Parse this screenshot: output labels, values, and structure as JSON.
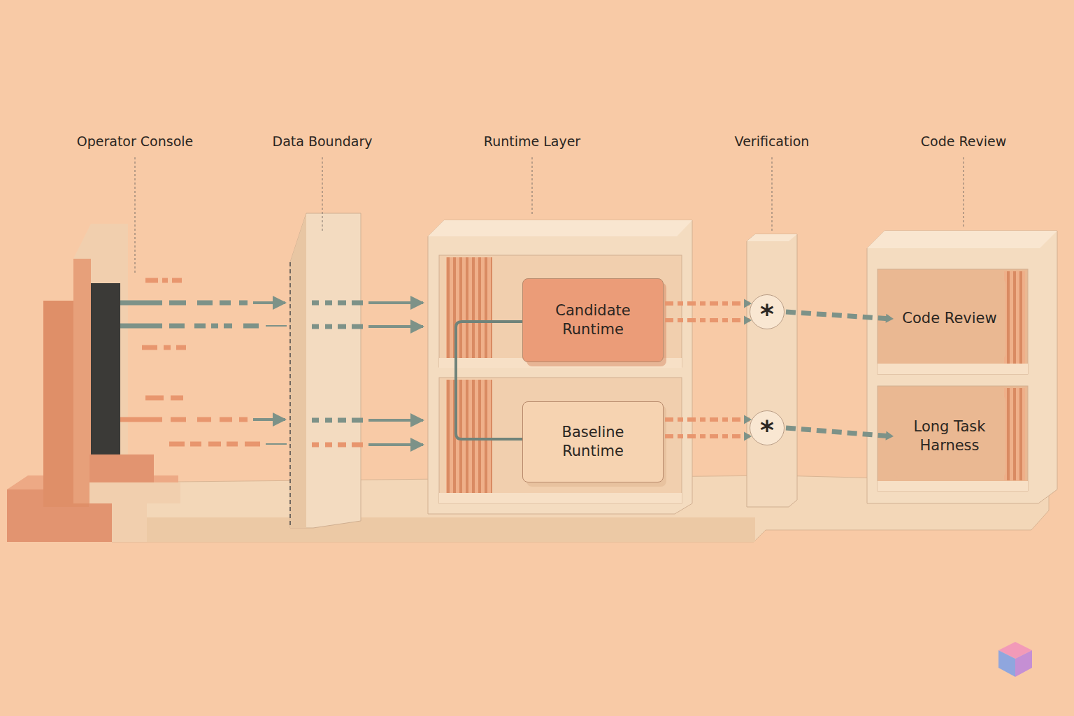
{
  "diagram": {
    "nodes": [
      {
        "text": [
          "Candidate Runtime"
        ]
      },
      {
        "text": [
          "Baseline Runtime"
        ]
      },
      {
        "text": [
          "*"
        ]
      },
      {
        "text": [
          "*"
        ]
      },
      {
        "text": [
          "Code Review"
        ]
      },
      {
        "text": [
          "Long Task Harness"
        ]
      }
    ],
    "edges": [
      {
        "from": 0,
        "to": 2,
        "arrow": "to"
      },
      {
        "from": 1,
        "to": 3,
        "arrow": "to"
      },
      {
        "from": 2,
        "to": 4,
        "arrow": "to"
      },
      {
        "from": 3,
        "to": 5,
        "arrow": "to"
      }
    ],
    "labels": [
      "Operator Console",
      "Data Boundary",
      "Runtime Layer",
      "Verification",
      "Code Review"
    ]
  }
}
